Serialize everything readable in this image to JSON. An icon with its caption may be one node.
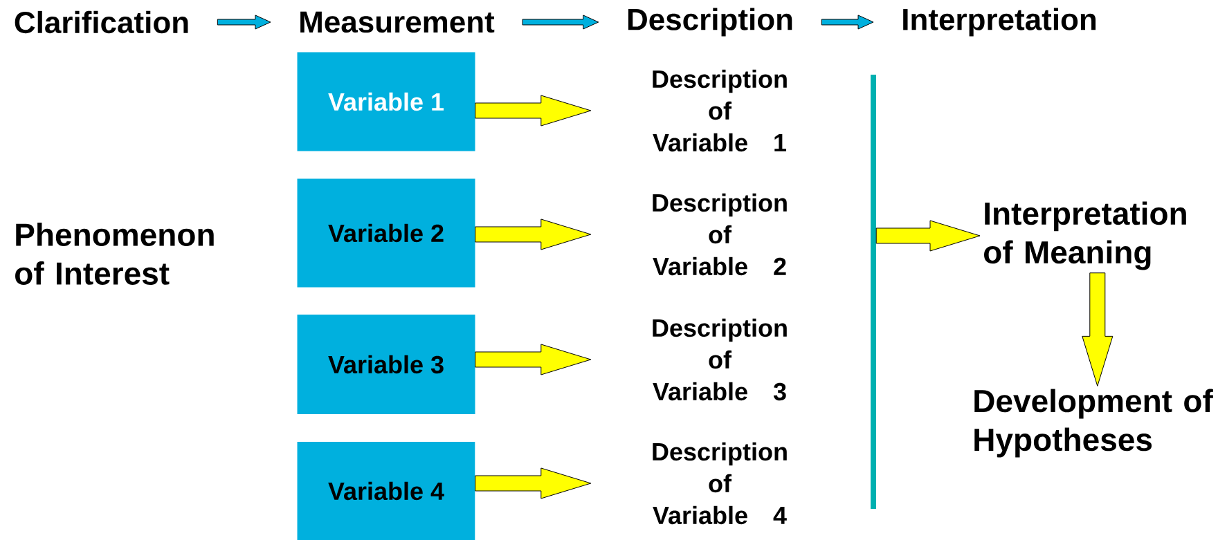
{
  "diagram": {
    "nodes": [
      {
        "text": [
          "Clarification"
        ]
      },
      {
        "text": [
          "Measurement"
        ]
      },
      {
        "text": [
          "Description"
        ]
      },
      {
        "text": [
          "Interpretation"
        ]
      },
      {
        "text": [
          "Phenomenon of Interest"
        ]
      },
      {
        "text": [
          "Variable 1"
        ]
      },
      {
        "text": [
          "Variable 2"
        ]
      },
      {
        "text": [
          "Variable 3"
        ]
      },
      {
        "text": [
          "Variable 4"
        ]
      },
      {
        "text": [
          "Description of Variable 1"
        ]
      },
      {
        "text": [
          "Description of Variable 2"
        ]
      },
      {
        "text": [
          "Description of Variable 3"
        ]
      },
      {
        "text": [
          "Description of Variable 4"
        ]
      },
      {
        "text": [],
        "shape": "bar"
      },
      {
        "text": [
          "Interpretation of Meaning"
        ]
      },
      {
        "text": [
          "Development of Hypotheses"
        ]
      }
    ],
    "edges": [
      {
        "from": 0,
        "to": 1,
        "arrow": "to",
        "color": "#00b0de"
      },
      {
        "from": 1,
        "to": 2,
        "arrow": "to",
        "color": "#00b0de"
      },
      {
        "from": 2,
        "to": 3,
        "arrow": "to",
        "color": "#00b0de"
      },
      {
        "from": 5,
        "to": 9,
        "arrow": "to"
      },
      {
        "from": 6,
        "to": 10,
        "arrow": "to"
      },
      {
        "from": 7,
        "to": 11,
        "arrow": "to"
      },
      {
        "from": 8,
        "to": 12,
        "arrow": "to"
      },
      {
        "from": 13,
        "to": 14,
        "arrow": "to"
      },
      {
        "from": 14,
        "to": 15,
        "arrow": "to"
      }
    ]
  }
}
